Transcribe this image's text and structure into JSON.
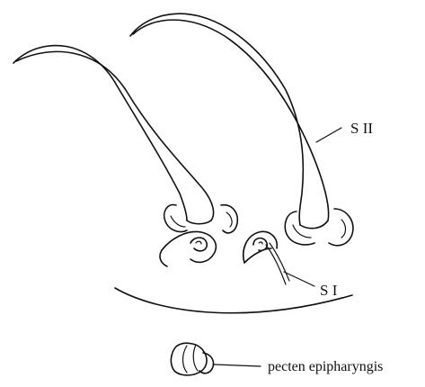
{
  "labels": {
    "seta_ii": "S  II",
    "seta_i": "S  I",
    "pecten": "pecten epipharyngis"
  },
  "colors": {
    "ink": "#111111",
    "background": "#ffffff"
  }
}
